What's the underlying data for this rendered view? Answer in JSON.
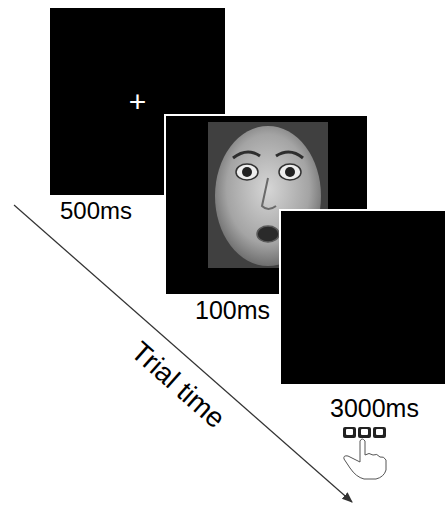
{
  "diagram": {
    "nodes": [
      {
        "text": [
          "+",
          "500ms"
        ]
      },
      {
        "text": [
          "100ms"
        ]
      },
      {
        "text": [
          "3000ms"
        ]
      }
    ],
    "labels": [
      "Trial time"
    ]
  }
}
